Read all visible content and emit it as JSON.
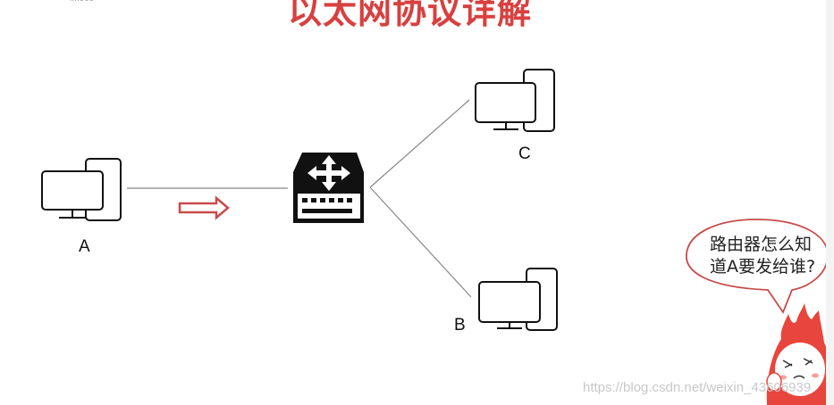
{
  "logo_text": "imooc",
  "title": "以太网协议详解",
  "hosts": [
    {
      "id": "A",
      "label": "A"
    },
    {
      "id": "B",
      "label": "B"
    },
    {
      "id": "C",
      "label": "C"
    }
  ],
  "speech_bubble": {
    "text": "路由器怎么知道A要发给谁?"
  },
  "watermark": "https://blog.csdn.net/weixin_43606939",
  "colors": {
    "title": "#d8403f",
    "arrow": "#c94a4a",
    "line": "#888888",
    "icon": "#111111",
    "mascot": "#e8453c"
  },
  "icons": {
    "switch": "network-switch-icon",
    "computer": "desktop-computer-icon",
    "mascot": "flame-mascot-icon"
  }
}
